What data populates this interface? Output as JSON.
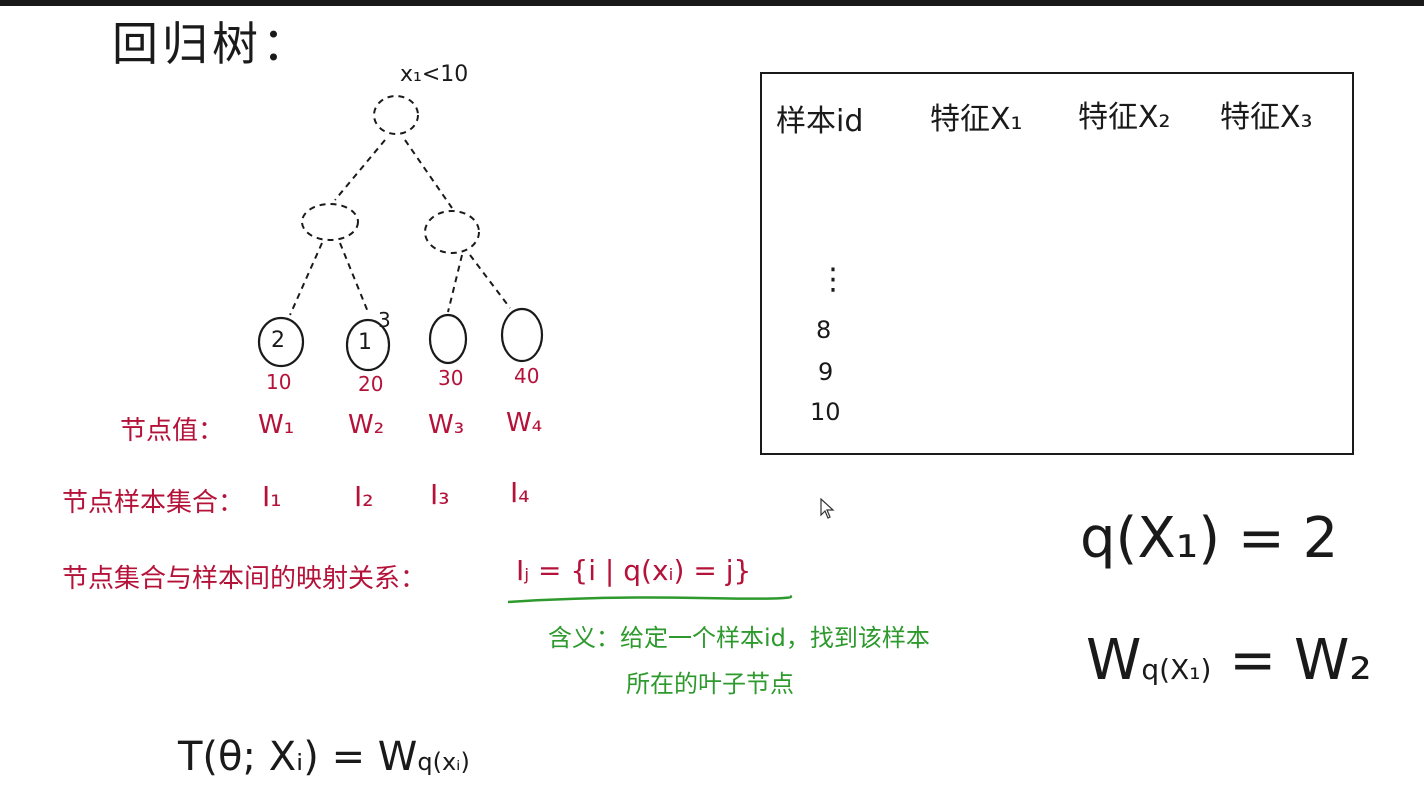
{
  "title": "回归树：",
  "tree": {
    "root_condition": "x₁<10",
    "leaves": [
      {
        "inner": "2",
        "value": "10"
      },
      {
        "inner": "1",
        "value": "20",
        "extra": "3"
      },
      {
        "inner": "",
        "value": "30"
      },
      {
        "inner": "",
        "value": "40"
      }
    ]
  },
  "rows": {
    "node_value": {
      "label": "节点值：",
      "items": [
        "W₁",
        "W₂",
        "W₃",
        "W₄"
      ]
    },
    "node_samples": {
      "label": "节点样本集合：",
      "items": [
        "I₁",
        "I₂",
        "I₃",
        "I₄"
      ]
    },
    "mapping": {
      "label": "节点集合与样本间的映射关系：",
      "formula": "Iⱼ = {i | q(xᵢ) = j}"
    }
  },
  "note": {
    "line1": "含义：给定一个样本id，找到该样本",
    "line2": "所在的叶子节点"
  },
  "table": {
    "headers": [
      "样本id",
      "特征X₁",
      "特征X₂",
      "特征X₃"
    ],
    "dots": "⋮",
    "ids": [
      "8",
      "9",
      "10"
    ]
  },
  "eq_q": "q(X₁) = 2",
  "eq_w": {
    "main": "W",
    "sub": "q(X₁)",
    "rhs": "= W₂"
  },
  "bottom_eq": {
    "main": "T(θ; Xᵢ) = W",
    "sub": "q(xᵢ)"
  },
  "colors": {
    "ink": "#1a1a1a",
    "red": "#b5123a",
    "green": "#2e9a2e"
  }
}
